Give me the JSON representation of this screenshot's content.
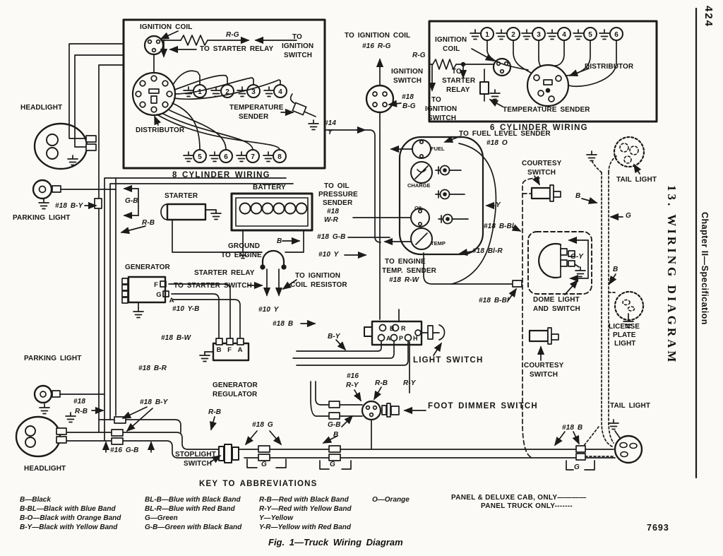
{
  "margin": {
    "page_number": "424",
    "section_title": "13.  WIRING  DIAGRAM",
    "chapter": "Chapter II—Specification"
  },
  "footer": {
    "code": "7693",
    "caption": "Fig. 1—Truck Wiring Diagram"
  },
  "key": {
    "title": "KEY TO ABBREVIATIONS",
    "col1": [
      "B—Black",
      "B-BL—Black with Blue Band",
      "B-O—Black with Orange Band",
      "B-Y—Black with Yellow Band"
    ],
    "col2": [
      "BL-B—Blue with Black Band",
      "BL-R—Blue with Red Band",
      "G—Green",
      "G-B—Green with Black Band"
    ],
    "col3": [
      "R-B—Red with Black Band",
      "R-Y—Red with Yellow Band",
      "Y—Yellow",
      "Y-R—Yellow with Red Band"
    ],
    "col4": [
      "O—Orange"
    ],
    "panel_deluxe": "PANEL & DELUXE CAB, ONLY————",
    "panel_truck": "PANEL TRUCK ONLY-------"
  },
  "inset8": {
    "title": "8 CYLINDER WIRING",
    "ignition_coil": "IGNITION COIL",
    "rg": "R-G",
    "to_ignition_switch": [
      "TO",
      "IGNITION",
      "SWITCH"
    ],
    "to_starter_relay": "TO STARTER RELAY",
    "distributor": "DISTRIBUTOR",
    "temperature_sender": [
      "TEMPERATURE",
      "SENDER"
    ],
    "plugs": [
      "1",
      "2",
      "3",
      "4",
      "5",
      "6",
      "7",
      "8"
    ]
  },
  "inset6": {
    "title": "6 CYLINDER WIRING",
    "ignition_coil": [
      "IGNITION",
      "COIL"
    ],
    "rg": "R-G",
    "to_starter_relay": [
      "TO",
      "STARTER",
      "RELAY"
    ],
    "to_ignition_switch": [
      "TO",
      "IGNITION",
      "SWITCH"
    ],
    "temperature_sender": "TEMPERATURE SENDER",
    "distributor": "DISTRIBUTOR",
    "plugs": [
      "1",
      "2",
      "3",
      "4",
      "5",
      "6"
    ]
  },
  "main": {
    "to_ignition_coil": "TO IGNITION COIL",
    "n16_rg": "#16 R-G",
    "ignition_switch": [
      "IGNITION",
      "SWITCH"
    ],
    "n18_bg": [
      "#18",
      "B-G"
    ],
    "n14_y": [
      "#14",
      "Y"
    ],
    "headlight": "HEADLIGHT",
    "parking_light": "PARKING LIGHT",
    "n18_by": "#18 B-Y",
    "g_b": "G-B",
    "r_b": "R-B",
    "n18_rb": [
      "#18",
      "R-B"
    ],
    "n16_gb": "#16 G-B",
    "stoplight_switch": [
      "STOPLIGHT",
      "SWITCH"
    ],
    "starter": "STARTER",
    "battery": "BATTERY",
    "ground_to_engine": [
      "GROUND",
      "TO ENGINE"
    ],
    "b": "B",
    "n18_gb": "#18 G-B",
    "n10_y": "#10 Y",
    "starter_relay": "STARTER RELAY",
    "generator": "GENERATOR",
    "to_starter_switch": "TO STARTER SWITCH",
    "to_ignition_coil_resistor": [
      "TO IGNITION",
      "COIL RESISTOR"
    ],
    "n10_yb": "#10 Y-B",
    "n18_b": "#18 B",
    "n18_bw": "#18 B-W",
    "n18_br": "#18 B-R",
    "generator_regulator": [
      "GENERATOR",
      "REGULATOR"
    ],
    "gen_terminals": [
      "F",
      "G",
      "A"
    ],
    "reg_terminals": [
      "B",
      "F",
      "A"
    ],
    "to_oil_pressure_sender": [
      "TO OIL",
      "PRESSURE",
      "SENDER",
      "#18",
      "W-R"
    ],
    "to_fuel_level_sender": "TO FUEL LEVEL SENDER",
    "n18_o": "#18 O",
    "gauges": [
      "FUEL",
      "CHARGE",
      "OIL",
      "TEMP"
    ],
    "y": "Y",
    "n18_bbl": "#18 B-Bl",
    "n18_blr": "#18 Bl-R",
    "to_engine_temp_sender": [
      "TO ENGINE",
      "TEMP. SENDER",
      "#18 R-W"
    ],
    "b_y": "B-Y",
    "light_switch": "LIGHT SWITCH",
    "ls_terminals_top": [
      "B",
      "R"
    ],
    "ls_terminals_bottom": [
      "A",
      "P",
      "H"
    ],
    "n16_ry": [
      "#16",
      "R-Y"
    ],
    "r_y": "R-Y",
    "foot_dimmer_switch": "FOOT DIMMER SWITCH",
    "n18_g": "#18 G",
    "g": "G",
    "courtesy_switch": [
      "COURTESY",
      "SWITCH"
    ],
    "tail_light": "TAIL LIGHT",
    "g_y": "G-Y",
    "dome_light": [
      "DOME LIGHT",
      "AND SWITCH"
    ],
    "license_plate_light": [
      "LICENSE",
      "PLATE",
      "LIGHT"
    ]
  }
}
